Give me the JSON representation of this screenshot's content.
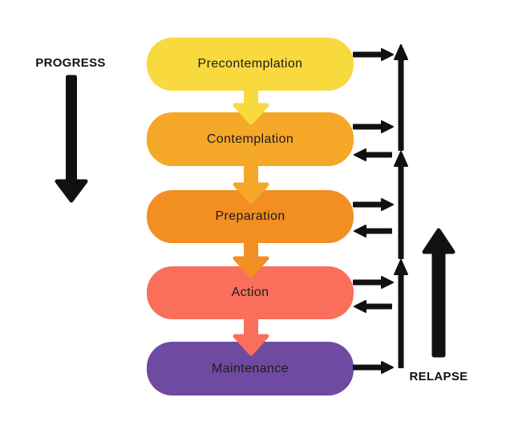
{
  "stages": [
    {
      "label": "Precontemplation",
      "color": "#F8D93E"
    },
    {
      "label": "Contemplation",
      "color": "#F5A827"
    },
    {
      "label": "Preparation",
      "color": "#F28E22"
    },
    {
      "label": "Action",
      "color": "#FA6E5C"
    },
    {
      "label": "Maintenance",
      "color": "#6E4AA0"
    }
  ],
  "labels": {
    "progress": "PROGRESS",
    "relapse": "RELAPSE"
  },
  "colors": {
    "background": "#FFFFFF",
    "arrow_black": "#111111",
    "text": "#1C1C1C"
  }
}
